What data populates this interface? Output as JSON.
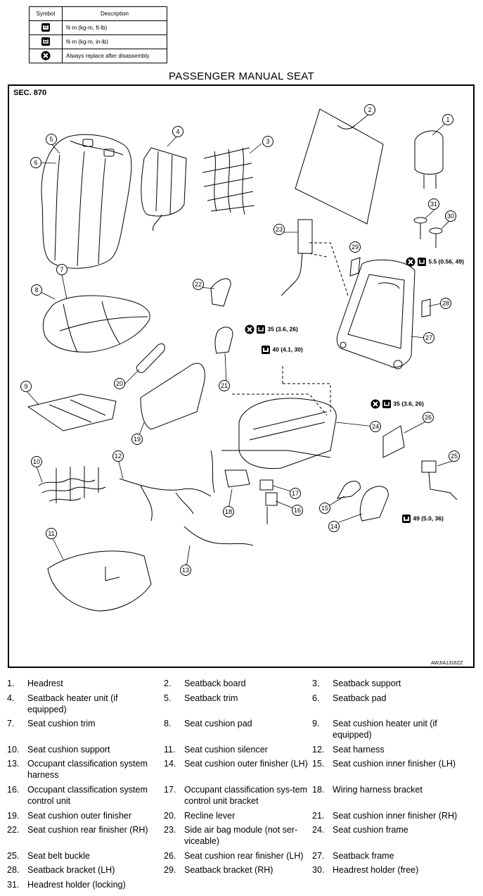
{
  "symbol_table": {
    "header_symbol": "Symbol",
    "header_description": "Description",
    "rows": [
      {
        "icon": "torque-wrench-icon",
        "description": "N·m (kg-m, ft-lb)"
      },
      {
        "icon": "torque-wrench-small-icon",
        "description": "N·m (kg-m, in-lb)"
      },
      {
        "icon": "replace-x-icon",
        "description": "Always replace after disassembly."
      }
    ]
  },
  "title": "PASSENGER MANUAL SEAT",
  "section": "SEC. 870",
  "figure_code": "AWJIA1316ZZ",
  "torque_callouts": {
    "c1": "5.5 (0.56, 49)",
    "c2": "35 (3.6, 26)",
    "c3": "40 (4.1, 30)",
    "c4": "35 (3.6, 26)",
    "c5": "49 (5.0, 36)"
  },
  "part_numbers": [
    "1",
    "2",
    "3",
    "4",
    "5",
    "6",
    "7",
    "8",
    "9",
    "10",
    "11",
    "12",
    "13",
    "14",
    "15",
    "16",
    "17",
    "18",
    "19",
    "20",
    "21",
    "22",
    "23",
    "24",
    "25",
    "26",
    "27",
    "28",
    "29",
    "30",
    "31"
  ],
  "parts": [
    {
      "num": "1.",
      "name": "Headrest"
    },
    {
      "num": "2.",
      "name": "Seatback board"
    },
    {
      "num": "3.",
      "name": "Seatback support"
    },
    {
      "num": "4.",
      "name": "Seatback heater unit (if equipped)"
    },
    {
      "num": "5.",
      "name": "Seatback trim"
    },
    {
      "num": "6.",
      "name": "Seatback pad"
    },
    {
      "num": "7.",
      "name": "Seat cushion trim"
    },
    {
      "num": "8.",
      "name": "Seat cushion pad"
    },
    {
      "num": "9.",
      "name": "Seat cushion heater unit (if equipped)"
    },
    {
      "num": "10.",
      "name": "Seat cushion support"
    },
    {
      "num": "11.",
      "name": "Seat cushion silencer"
    },
    {
      "num": "12.",
      "name": "Seat harness"
    },
    {
      "num": "13.",
      "name": "Occupant classification system harness"
    },
    {
      "num": "14.",
      "name": "Seat cushion outer finisher (LH)"
    },
    {
      "num": "15.",
      "name": "Seat cushion inner finisher (LH)"
    },
    {
      "num": "16.",
      "name": "Occupant classification system control unit"
    },
    {
      "num": "17.",
      "name": "Occupant classification sys-tem control unit bracket"
    },
    {
      "num": "18.",
      "name": "Wiring harness bracket"
    },
    {
      "num": "19.",
      "name": "Seat cushion outer finisher"
    },
    {
      "num": "20.",
      "name": "Recline lever"
    },
    {
      "num": "21.",
      "name": "Seat cushion inner finisher (RH)"
    },
    {
      "num": "22.",
      "name": "Seat cushion rear finisher (RH)"
    },
    {
      "num": "23.",
      "name": "Side air bag module (not ser-viceable)"
    },
    {
      "num": "24.",
      "name": "Seat cushion frame"
    },
    {
      "num": "25.",
      "name": "Seat belt buckle"
    },
    {
      "num": "26.",
      "name": "Seat cushion rear finisher (LH)"
    },
    {
      "num": "27.",
      "name": "Seatback frame"
    },
    {
      "num": "28.",
      "name": "Seatback bracket (LH)"
    },
    {
      "num": "29.",
      "name": "Seatback bracket (RH)"
    },
    {
      "num": "30.",
      "name": "Headrest holder (free)"
    },
    {
      "num": "31.",
      "name": "Headrest holder (locking)"
    }
  ]
}
